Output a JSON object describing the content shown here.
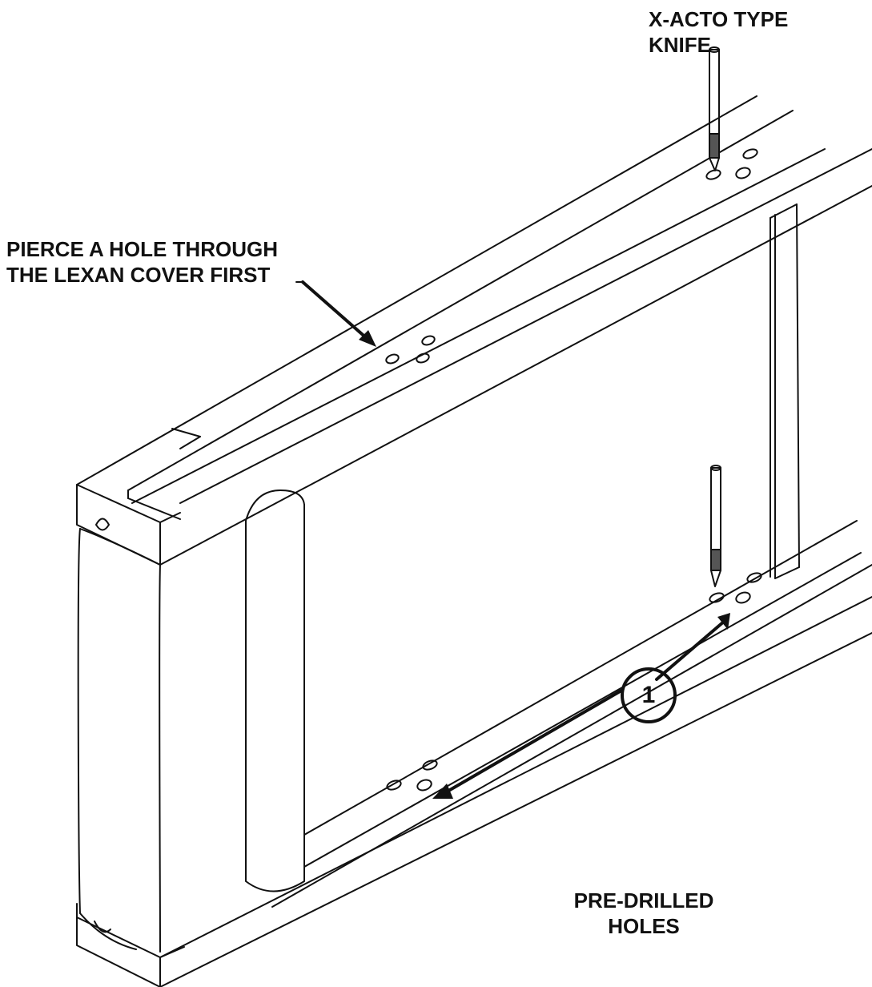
{
  "labels": {
    "knife_line1": "X-ACTO TYPE",
    "knife_line2": "KNIFE",
    "pierce_line1": "PIERCE A HOLE THROUGH",
    "pierce_line2": "THE LEXAN COVER FIRST",
    "holes_line1": "PRE-DRILLED",
    "holes_line2": "HOLES",
    "callout_number": "1"
  },
  "colors": {
    "line": "#111111",
    "knife_grip": "#555555",
    "background": "#ffffff"
  }
}
